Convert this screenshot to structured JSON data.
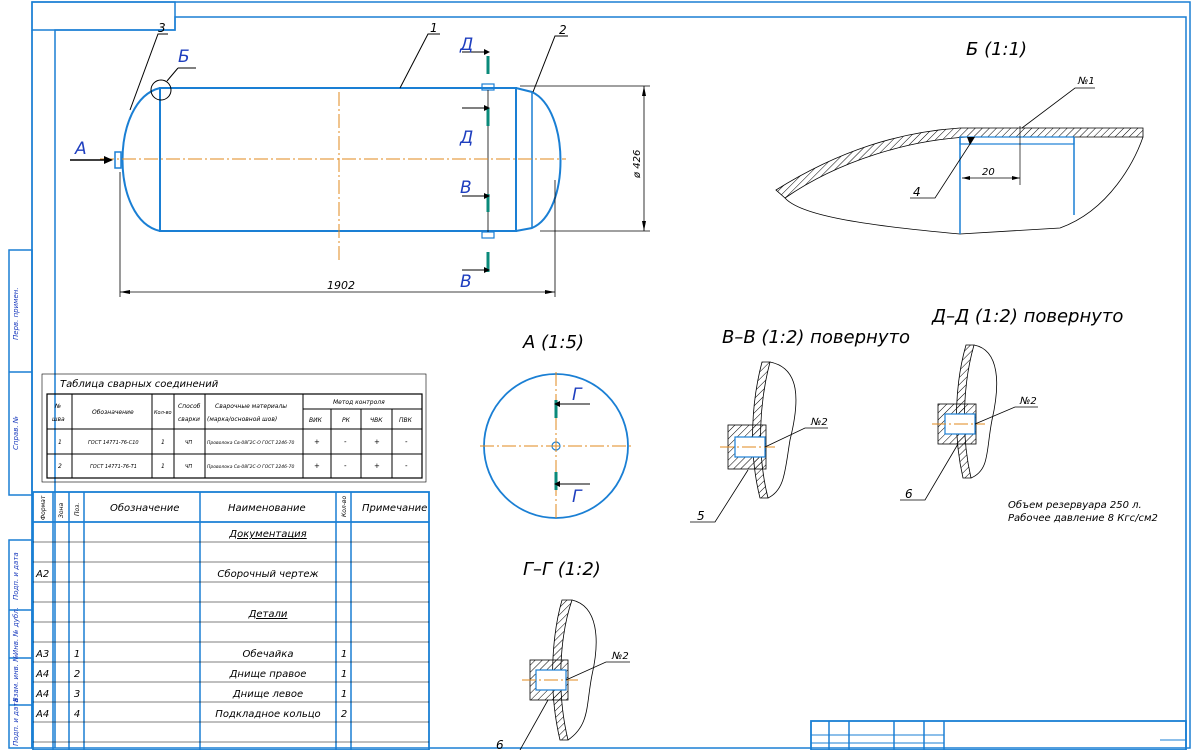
{
  "main_view": {
    "callouts": [
      "1",
      "2",
      "3"
    ],
    "view_marks": {
      "a": "А",
      "b": "Б",
      "d_top": "Д",
      "d_mid": "Д",
      "v_mid": "В",
      "v_bot": "В"
    },
    "dim_length": "1902",
    "dim_diameter": "ø 426"
  },
  "detail_b": {
    "title": "Б (1:1)",
    "mark_n1": "№1",
    "callout_4": "4",
    "dim_20": "20"
  },
  "view_a": {
    "title": "А (1:5)",
    "mark_g_top": "Г",
    "mark_g_bot": "Г"
  },
  "section_vv": {
    "title": "В–В (1:2) повернуто",
    "mark_n2": "№2",
    "callout_5": "5"
  },
  "section_dd": {
    "title": "Д–Д (1:2) повернуто",
    "mark_n2": "№2",
    "callout_6": "6"
  },
  "section_gg": {
    "title": "Г–Г (1:2)",
    "mark_n2": "№2",
    "callout_6": "6"
  },
  "notes": [
    "Объем резервуара 250 л.",
    "Рабочее давление 8 Кгс/см2"
  ],
  "welds_table": {
    "title": "Таблица сварных соединений",
    "headers": {
      "num": [
        "№",
        "шва"
      ],
      "designation": "Обозначение",
      "qty": "Кол-во",
      "method": [
        "Способ",
        "сварки"
      ],
      "materials": [
        "Сварочные материалы",
        "(марка/основной шов)"
      ],
      "control": "Метод контроля",
      "control_cols": [
        "ВИК",
        "РК",
        "ЧВК",
        "ПВК"
      ]
    },
    "rows": [
      [
        "1",
        "ГОСТ 14771-76-С10",
        "1",
        "ЧП",
        "Проволока Св-08Г2С-О ГОСТ 2246-70",
        "+",
        "-",
        "+",
        "-"
      ],
      [
        "2",
        "ГОСТ 14771-76-Т1",
        "1",
        "ЧП",
        "Проволока Св-08Г2С-О ГОСТ 2246-70",
        "+",
        "-",
        "+",
        "-"
      ]
    ]
  },
  "spec_table": {
    "headers": {
      "format": "Формат",
      "zone": "Зона",
      "pos": "Поз.",
      "designation": "Обозначение",
      "name": "Наименование",
      "qty": "Кол-во",
      "note": "Примечание"
    },
    "rows": [
      {
        "format": "",
        "pos": "",
        "name": "Документация",
        "qty": "",
        "underline": true
      },
      {
        "format": "",
        "pos": "",
        "name": "",
        "qty": ""
      },
      {
        "format": "А2",
        "pos": "",
        "name": "Сборочный чертеж",
        "qty": ""
      },
      {
        "format": "",
        "pos": "",
        "name": "",
        "qty": ""
      },
      {
        "format": "",
        "pos": "",
        "name": "Детали",
        "qty": "",
        "underline": true
      },
      {
        "format": "",
        "pos": "",
        "name": "",
        "qty": ""
      },
      {
        "format": "А3",
        "pos": "1",
        "name": "Обечайка",
        "qty": "1"
      },
      {
        "format": "А4",
        "pos": "2",
        "name": "Днище правое",
        "qty": "1"
      },
      {
        "format": "А4",
        "pos": "3",
        "name": "Днище левое",
        "qty": "1"
      },
      {
        "format": "А4",
        "pos": "4",
        "name": "Подкладное кольцо",
        "qty": "2"
      },
      {
        "format": "",
        "pos": "",
        "name": "",
        "qty": ""
      }
    ]
  },
  "side_stamp": [
    "Перв. примен.",
    "Справ. №",
    "Подп. и дата",
    "Инв. № дубл.",
    "Взам. инв. №",
    "Подп. и дата"
  ]
}
